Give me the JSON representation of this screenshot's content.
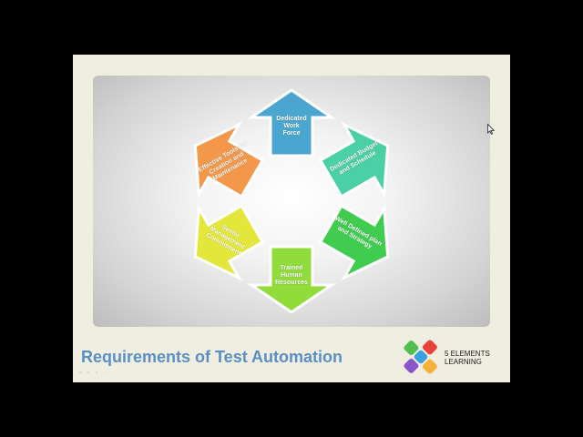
{
  "slide": {
    "title": "Requirements of Test Automation",
    "colors": {
      "background": "#efeee0",
      "title": "#5b8ec4"
    }
  },
  "diagram": {
    "arrows": [
      {
        "label": "Dedicated\nWork\nForce",
        "direction": "up",
        "color": "#4aa6cf"
      },
      {
        "label": "Dedicated Budget\nand Schedule",
        "direction": "upper-right",
        "color": "#4bcfa5"
      },
      {
        "label": "Well Defined plan\nand Strategy",
        "direction": "lower-right",
        "color": "#3fcc4f"
      },
      {
        "label": "Trained\nHuman\nResources",
        "direction": "down",
        "color": "#8fdc3b"
      },
      {
        "label": "Senior\nManagement\nCommitment",
        "direction": "lower-left",
        "color": "#e3e63b"
      },
      {
        "label": "Effective Tools for\nCreation and\nMaintenance",
        "direction": "upper-left",
        "color": "#f3974a"
      }
    ]
  },
  "logo": {
    "line1": "5 ELEMENTS",
    "line2": "LEARNING",
    "petal_colors": [
      "#e8433b",
      "#f4b23a",
      "#8a55c9",
      "#4fbf4f",
      "#3aa0e0"
    ]
  },
  "player": {
    "controls_icon": "player-controls-icon"
  }
}
